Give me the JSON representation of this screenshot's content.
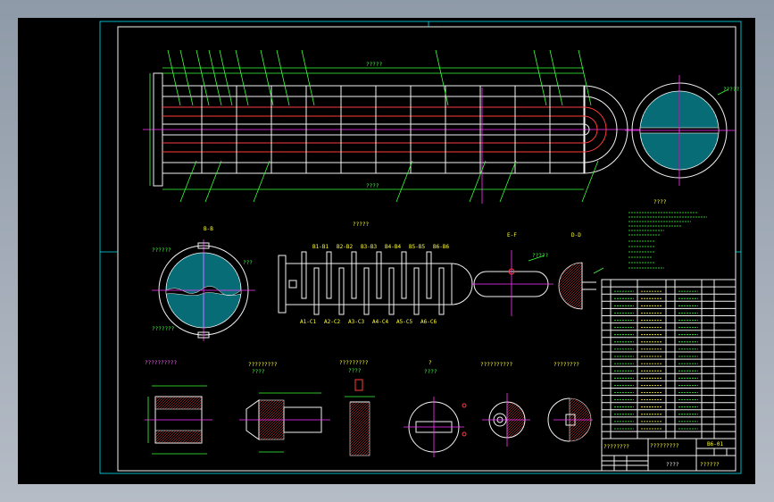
{
  "drawing": {
    "code_box": "B6-01",
    "title_block_text": "????????",
    "title_block_text2": "?????????",
    "scale_text": "????",
    "weight_text": "??????",
    "notes_title": "????"
  },
  "section_labels": {
    "bd": "B-B",
    "main_top": "?????",
    "ef": "E-F",
    "dd": "D-D"
  },
  "detail_labels": {
    "d1": "??????????",
    "d2": "?????????",
    "d3": "?????????",
    "d4": "?",
    "d5": "??????????",
    "d6": "????????"
  },
  "detail_subs": {
    "d2": "????",
    "d3": "????",
    "d4": "????"
  },
  "baffle_top_labels": [
    "B1-B1",
    "B2-B2",
    "B3-B3",
    "B4-B4",
    "B5-B5",
    "B6-B6"
  ],
  "baffle_bottom_labels": [
    "A1-C1",
    "A2-C2",
    "A3-C3",
    "A4-C4",
    "A5-C5",
    "A6-C6"
  ],
  "colors": {
    "background": "#000000",
    "frame": "#00e5f0",
    "outline": "#f2f2f2",
    "dimension": "#3cff3c",
    "text": "#ffff33",
    "hatch": "#00e5f0",
    "hidden": "#ff3b3b",
    "centerline": "#ff33ff"
  }
}
